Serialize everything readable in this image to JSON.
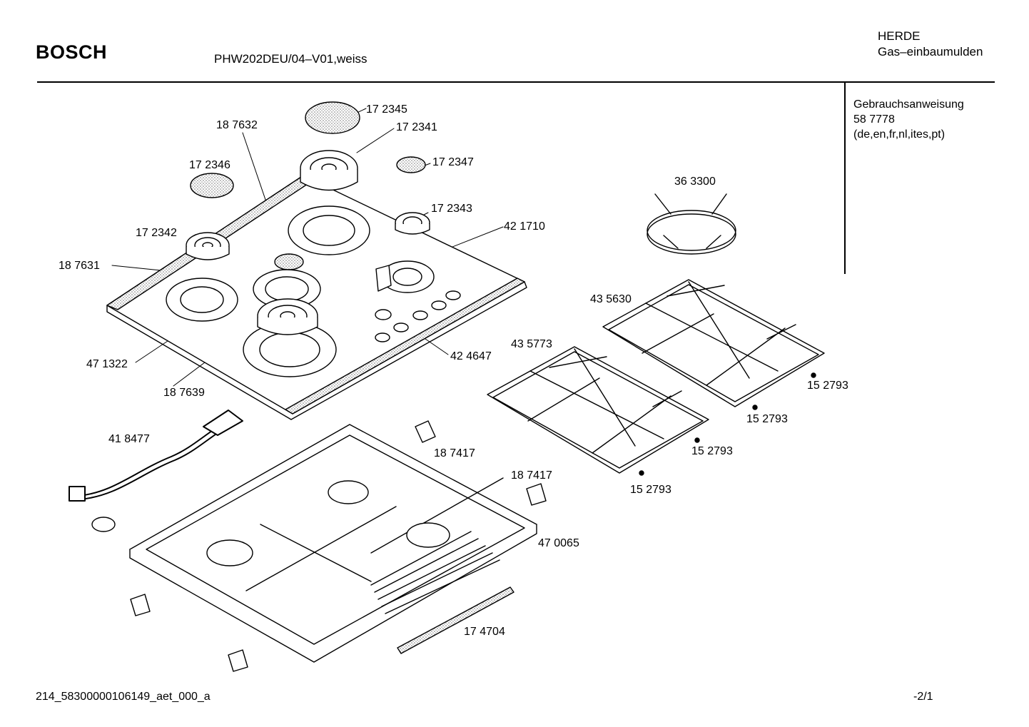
{
  "header": {
    "brand": "BOSCH",
    "model": "PHW202DEU/04–V01,weiss",
    "category": "HERDE",
    "subcategory": "Gas–einbaumulden"
  },
  "document": {
    "title": "Gebrauchsanweisung",
    "number": "58 7778",
    "languages": "(de,en,fr,nl,ites,pt)"
  },
  "parts": [
    {
      "id": "p172345",
      "label": "17 2345"
    },
    {
      "id": "p187632",
      "label": "18 7632"
    },
    {
      "id": "p172341",
      "label": "17 2341"
    },
    {
      "id": "p172346",
      "label": "17 2346"
    },
    {
      "id": "p172347",
      "label": "17 2347"
    },
    {
      "id": "p363300",
      "label": "36 3300"
    },
    {
      "id": "p172343",
      "label": "17 2343"
    },
    {
      "id": "p172342",
      "label": "17 2342"
    },
    {
      "id": "p421710",
      "label": "42 1710"
    },
    {
      "id": "p187631",
      "label": "18 7631"
    },
    {
      "id": "p435630",
      "label": "43 5630"
    },
    {
      "id": "p435773",
      "label": "43 5773"
    },
    {
      "id": "p424647",
      "label": "42 4647"
    },
    {
      "id": "p471322",
      "label": "47 1322"
    },
    {
      "id": "p152793a",
      "label": "15 2793"
    },
    {
      "id": "p187639",
      "label": "18 7639"
    },
    {
      "id": "p152793b",
      "label": "15 2793"
    },
    {
      "id": "p418477",
      "label": "41 8477"
    },
    {
      "id": "p152793c",
      "label": "15 2793"
    },
    {
      "id": "p187417a",
      "label": "18 7417"
    },
    {
      "id": "p187417b",
      "label": "18 7417"
    },
    {
      "id": "p152793d",
      "label": "15 2793"
    },
    {
      "id": "p470065",
      "label": "47 0065"
    },
    {
      "id": "p174704",
      "label": "17 4704"
    }
  ],
  "footer": {
    "drawing_id": "214_58300000106149_aet_000_a",
    "page": "-2/1"
  }
}
